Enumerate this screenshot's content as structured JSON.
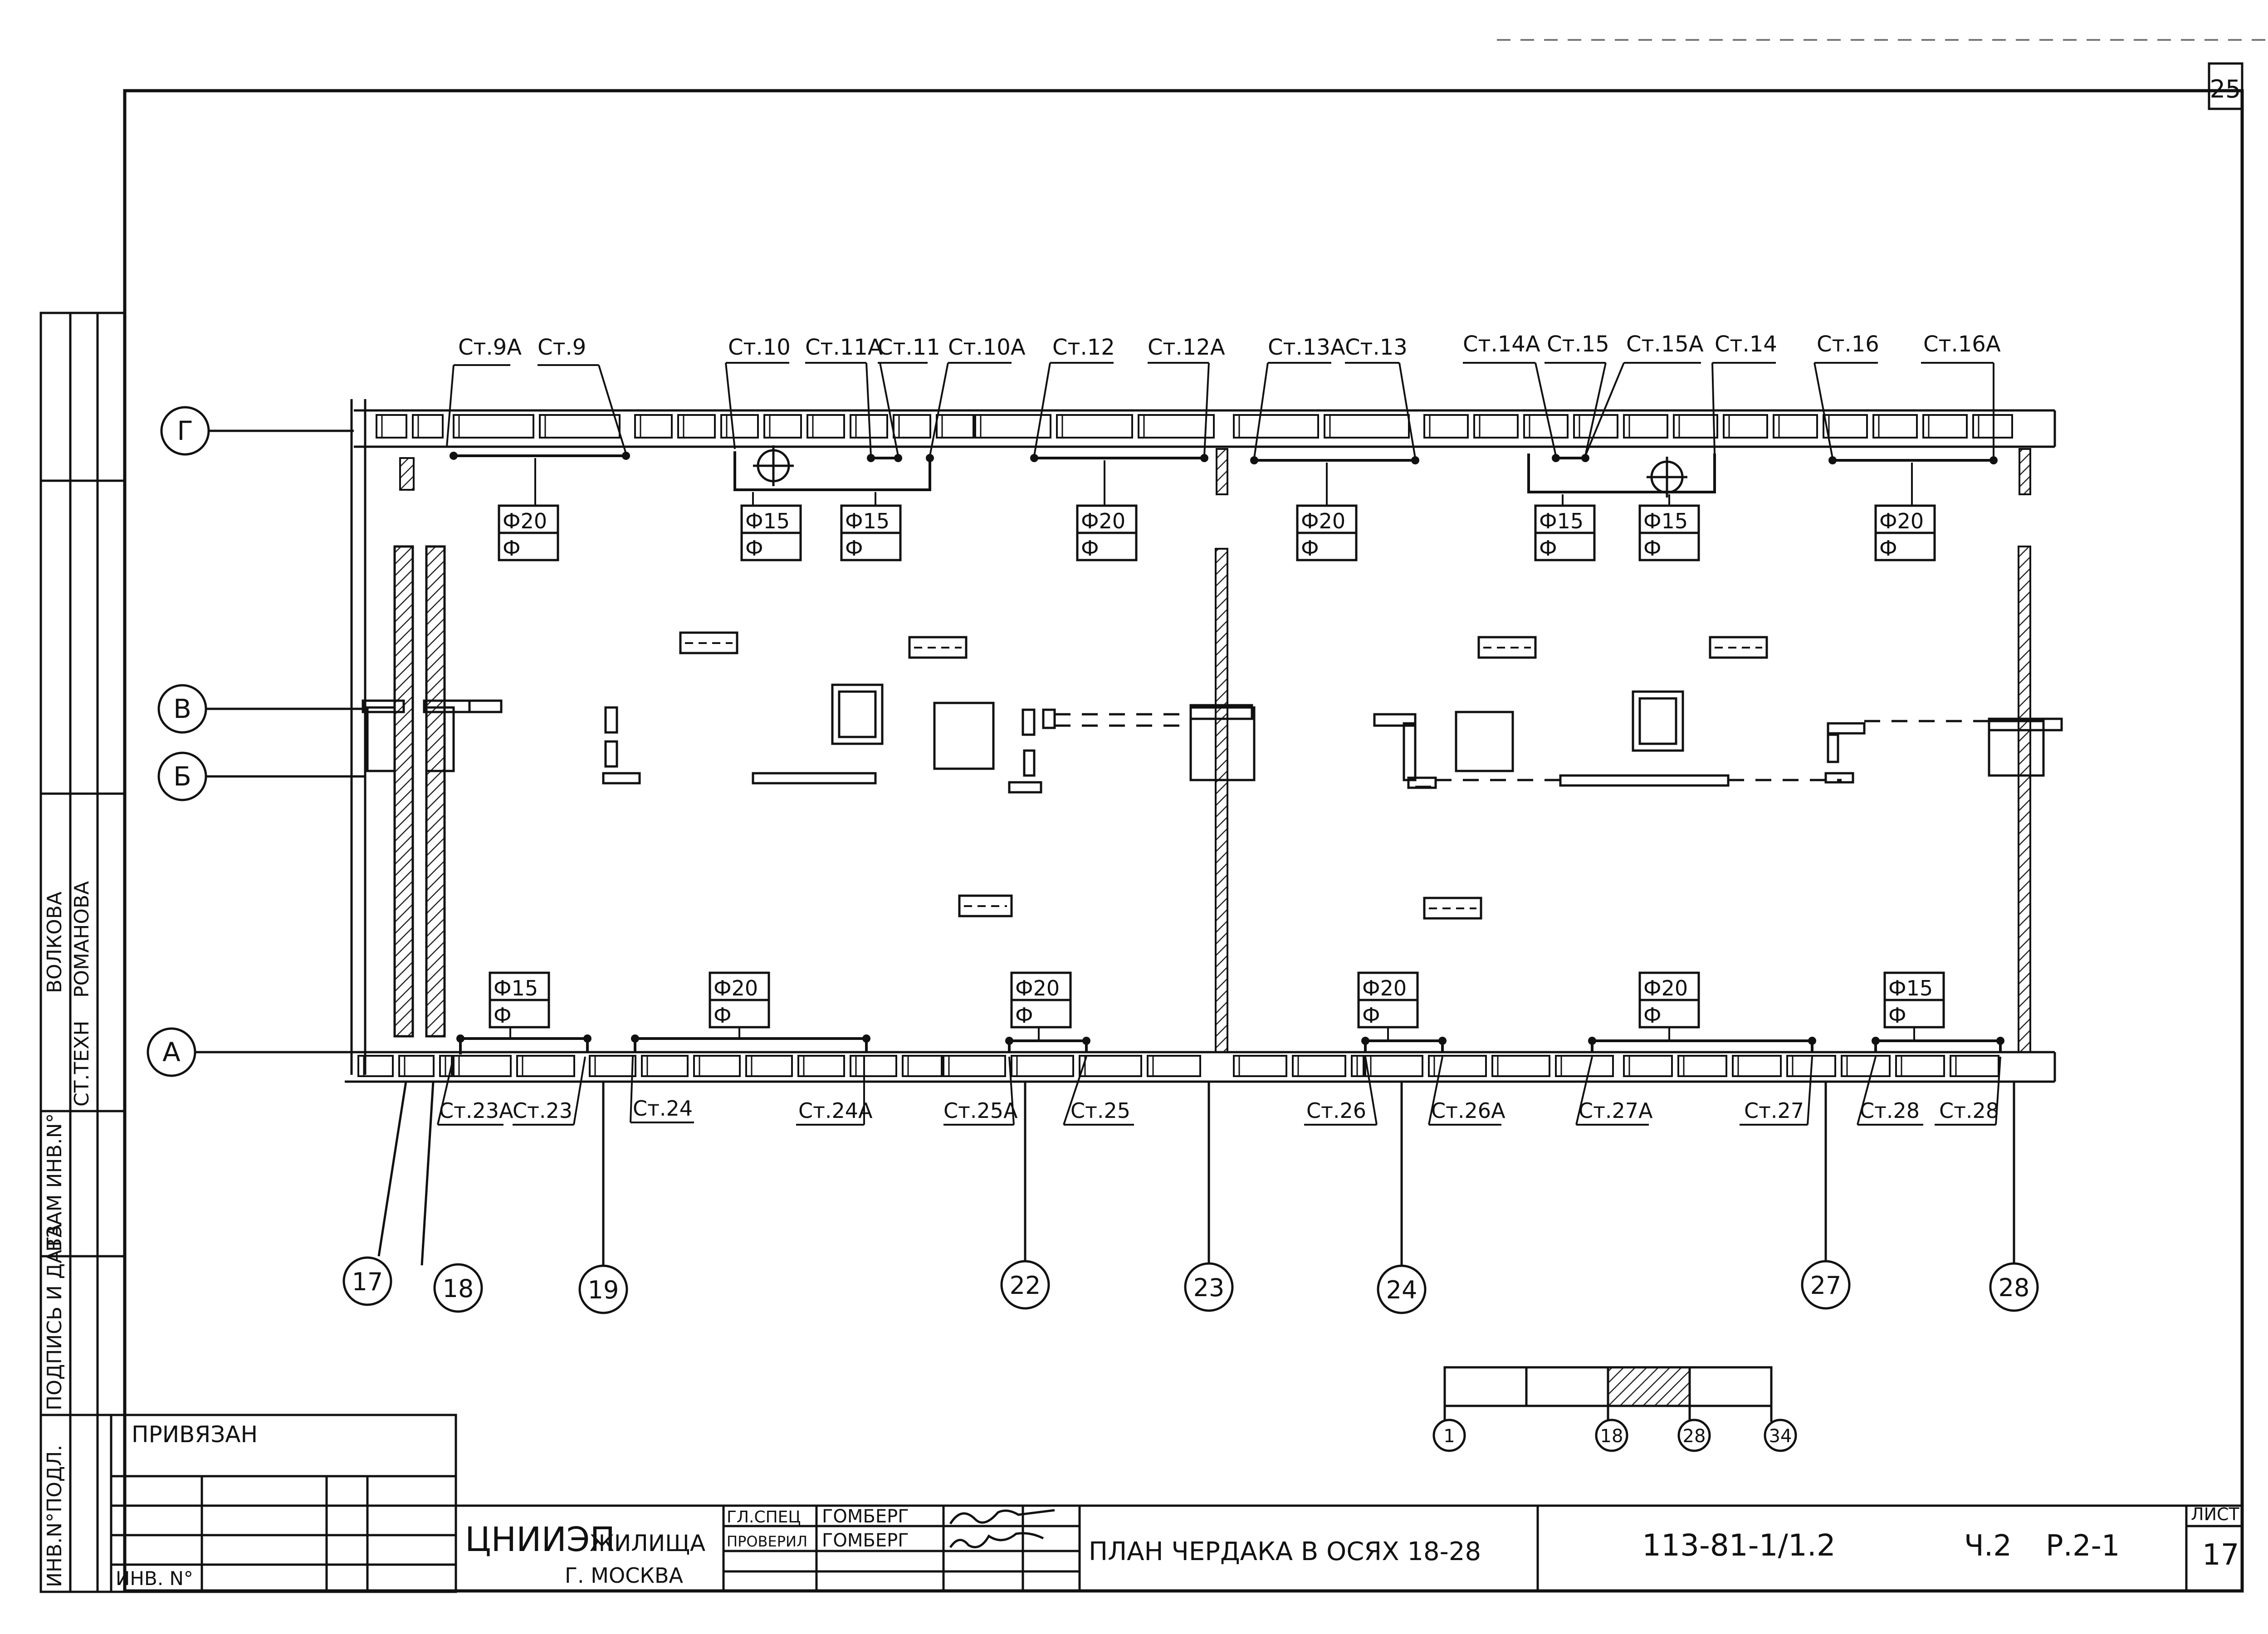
{
  "sheet": {
    "corner_number": "25",
    "attached_label": "ПРИВЯЗАН",
    "inv_label": "ИНВ. N°",
    "side_stamp": [
      "ИНВ.N°ПОДЛ.",
      "ПОДПИСЬ И ДАТА",
      "ВЗАМ ИНВ.N°",
      "СТ.ТЕХН",
      "РОМАНОВА",
      "ВОЛКОВА"
    ]
  },
  "title_block": {
    "org": "ЦНИИЭП",
    "org_suffix": "ЖИЛИЩА",
    "city": "Г. МОСКВА",
    "roles": [
      {
        "role": "ГЛ.СПЕЦ",
        "name": "ГОМБЕРГ"
      },
      {
        "role": "ПРОВЕРИЛ",
        "name": "ГОМБЕРГ"
      }
    ],
    "drawing_title": "ПЛАН ЧЕРДАКА В ОСЯХ 18-28",
    "doc_code": "113-81-1/1.2",
    "part": "Ч.2",
    "section": "Р.2-1",
    "sheet_label": "ЛИСТ",
    "sheet_number": "17"
  },
  "plan": {
    "row_axes": [
      "Г",
      "В",
      "Б",
      "А"
    ],
    "column_axes": [
      "17",
      "18",
      "19",
      "22",
      "23",
      "24",
      "27",
      "28"
    ],
    "top_stands": [
      "Ст.9А",
      "Ст.9",
      "Ст.10",
      "Ст.11А",
      "Ст.11",
      "Ст.10А",
      "Ст.12",
      "Ст.12А",
      "Ст.13А",
      "Ст.13",
      "Ст.14А",
      "Ст.15",
      "Ст.15А",
      "Ст.14",
      "Ст.16",
      "Ст.16А"
    ],
    "bottom_stands": [
      "Ст.23А",
      "Ст.23",
      "Ст.24",
      "Ст.24А",
      "Ст.25А",
      "Ст.25",
      "Ст.26",
      "Ст.26А",
      "Ст.27А",
      "Ст.27",
      "Ст.28",
      "Ст.28"
    ],
    "top_pipe_tags": [
      {
        "top": "Ф20",
        "bottom": "Ф"
      },
      {
        "top": "Ф15",
        "bottom": "Ф"
      },
      {
        "top": "Ф15",
        "bottom": "Ф"
      },
      {
        "top": "Ф20",
        "bottom": "Ф"
      },
      {
        "top": "Ф20",
        "bottom": "Ф"
      },
      {
        "top": "Ф15",
        "bottom": "Ф"
      },
      {
        "top": "Ф15",
        "bottom": "Ф"
      },
      {
        "top": "Ф20",
        "bottom": "Ф"
      }
    ],
    "bottom_pipe_tags": [
      {
        "top": "Ф15",
        "bottom": "Ф"
      },
      {
        "top": "Ф20",
        "bottom": "Ф"
      },
      {
        "top": "Ф20",
        "bottom": "Ф"
      },
      {
        "top": "Ф20",
        "bottom": "Ф"
      },
      {
        "top": "Ф20",
        "bottom": "Ф"
      },
      {
        "top": "Ф15",
        "bottom": "Ф"
      }
    ]
  },
  "key_plan": {
    "markers": [
      "1",
      "18",
      "28",
      "34"
    ]
  }
}
